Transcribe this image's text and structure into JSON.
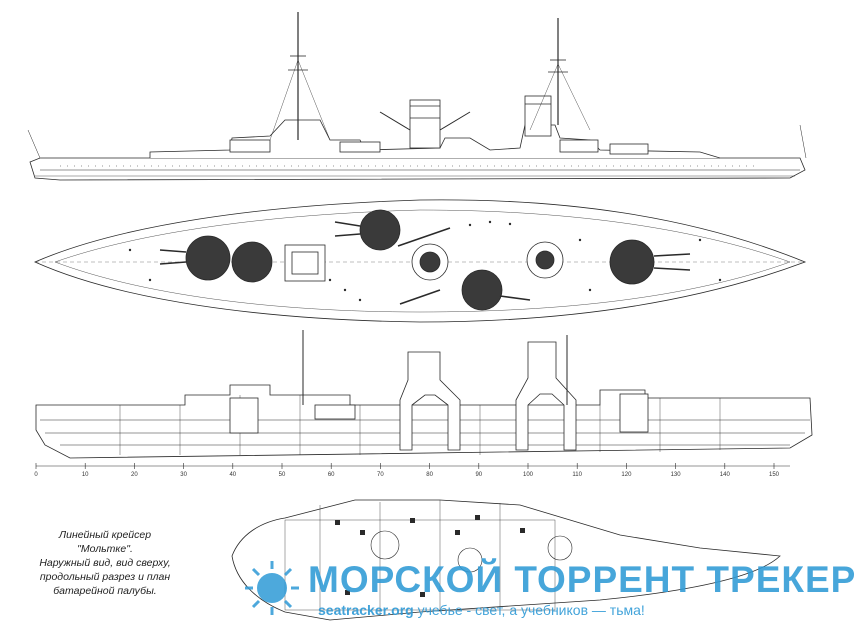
{
  "caption": {
    "lines": [
      "Линейный крейсер",
      "\"Мольтке\".",
      "Наружный вид, вид сверху,",
      "продольный разрез и план",
      "батарейной палубы."
    ]
  },
  "scale": {
    "ticks": [
      "0",
      "10",
      "20",
      "30",
      "40",
      "50",
      "60",
      "70",
      "80",
      "90",
      "100",
      "110",
      "120",
      "130",
      "140",
      "150"
    ]
  },
  "watermark": {
    "title": "МОРСКОЙ ТОРРЕНТ ТРЕКЕР",
    "site": "seatracker.org",
    "slogan": " учебье - свет, а учебников — тьма!",
    "color": "#2e9ad6",
    "icon": "sun-icon"
  },
  "colors": {
    "ink": "#2a2a2a",
    "turret": "#3a3a3a"
  }
}
